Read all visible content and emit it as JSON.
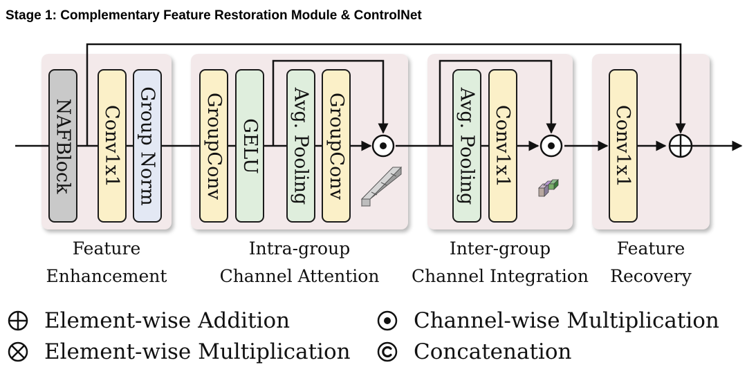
{
  "title": "Stage 1: Complementary Feature Restoration Module & ControlNet",
  "blocks": {
    "nafblock": "NAFBlock",
    "conv1x1_a": "Conv1x1",
    "group_norm": "Group Norm",
    "groupconv_a": "GroupConv",
    "gelu": "GELU",
    "avg_pooling_a": "Avg. Pooling",
    "groupconv_b": "GroupConv",
    "avg_pooling_b": "Avg. Pooling",
    "conv1x1_b": "Conv1x1",
    "conv1x1_c": "Conv1x1"
  },
  "captions": {
    "feature_enhancement": [
      "Feature",
      "Enhancement"
    ],
    "intra_group": [
      "Intra-group",
      "Channel Attention"
    ],
    "inter_group": [
      "Inter-group",
      "Channel Integration"
    ],
    "feature_recovery": [
      "Feature",
      "Recovery"
    ]
  },
  "legend": {
    "element_wise_addition": "Element-wise Addition",
    "channel_wise_multiplication": "Channel-wise Multiplication",
    "element_wise_multiplication": "Element-wise Multiplication",
    "concatenation": "Concatenation"
  },
  "colors": {
    "group_bg": "#f3e9ea",
    "nafblock": "#c9c9c9",
    "conv": "#fbf0c8",
    "norm": "#e3e8f4",
    "pooling": "#dfeedd"
  }
}
